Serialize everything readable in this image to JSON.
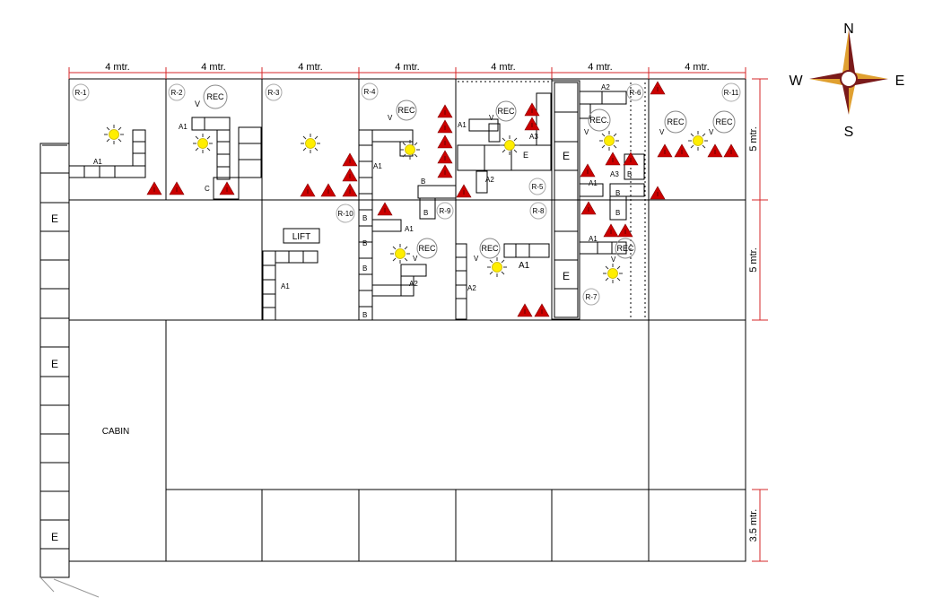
{
  "compass": {
    "north": "N",
    "south": "S",
    "east": "E",
    "west": "W"
  },
  "dimensions": {
    "top": [
      "4 mtr.",
      "4 mtr.",
      "4 mtr.",
      "4 mtr.",
      "4 mtr.",
      "4 mtr.",
      "4 mtr."
    ],
    "right": [
      "5 mtr.",
      "5 mtr.",
      "3.5 mtr."
    ]
  },
  "rooms": [
    "R-1",
    "R-2",
    "R-3",
    "R-4",
    "R-5",
    "R-6",
    "R-7",
    "R-8",
    "R-9",
    "R-10",
    "R-11"
  ],
  "areas": {
    "lift": "LIFT",
    "cabin": "CABIN",
    "exit": "E"
  },
  "device_labels": {
    "rec": "REC",
    "rec_alt": "REC.",
    "valve": "V"
  },
  "furniture_labels": {
    "a1": "A1",
    "a2": "A2",
    "a3": "A3",
    "b": "B",
    "c": "C"
  },
  "colors": {
    "dimension_line": "#d62728",
    "hazard": "#cc0000",
    "light": "#ffee00",
    "wall": "#000000",
    "compass_dark": "#7a1a1a",
    "compass_gold": "#e0a030"
  }
}
